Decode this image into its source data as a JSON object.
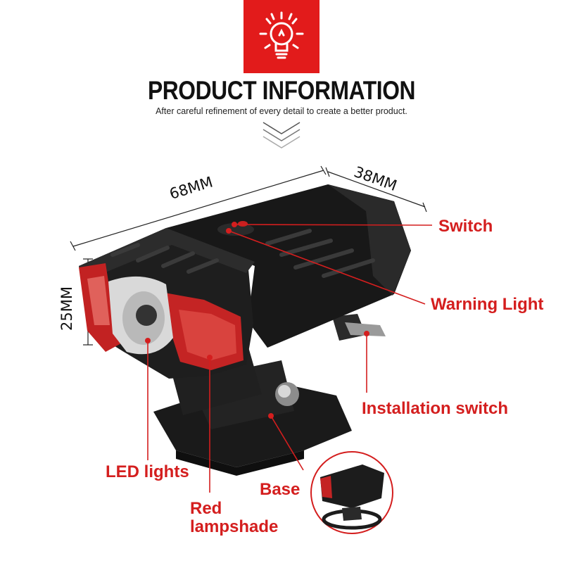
{
  "header": {
    "title": "PRODUCT INFORMATION",
    "subtitle": "After careful refinement of every detail to create a better product."
  },
  "colors": {
    "accent": "#e21b1b",
    "callout": "#d41e1e",
    "product": "#1c1c1c"
  },
  "icons": {
    "logo": "light-bulb-icon",
    "scroll": "double-chevron-down-icon"
  },
  "dimensions": {
    "length": "68MM",
    "width": "38MM",
    "height": "25MM"
  },
  "callouts": {
    "switch": "Switch",
    "warning_light": "Warning Light",
    "installation_switch": "Installation switch",
    "led_lights": "LED lights",
    "base": "Base",
    "red_lampshade_line1": "Red",
    "red_lampshade_line2": "lampshade"
  }
}
